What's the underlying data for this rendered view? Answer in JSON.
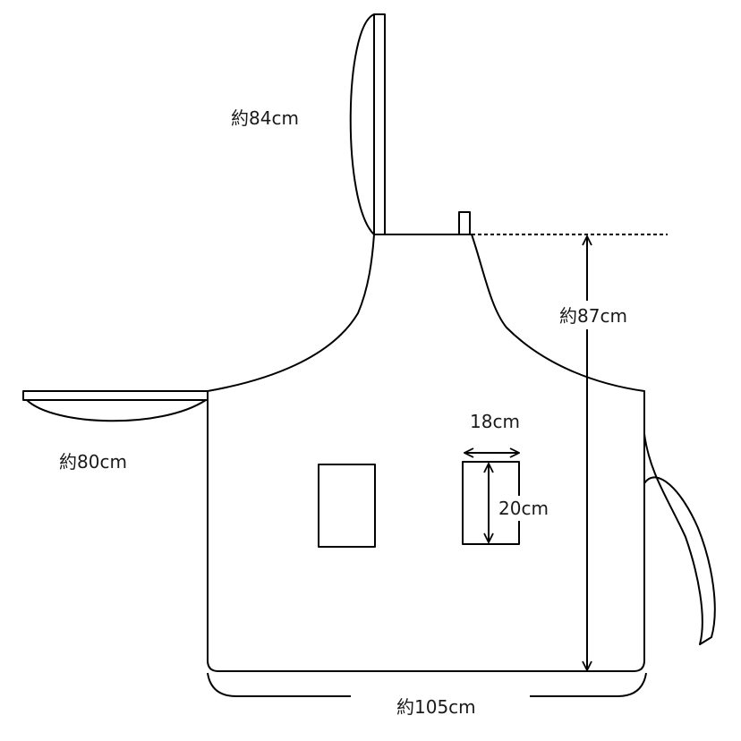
{
  "labels": {
    "neck_strap": "約84cm",
    "total_length": "約87cm",
    "waist_tie": "約80cm",
    "pocket_width": "18cm",
    "pocket_height": "20cm",
    "hem_width": "約105cm"
  },
  "colors": {
    "line": "#000000",
    "background": "#ffffff",
    "text": "#1a1a1a"
  }
}
